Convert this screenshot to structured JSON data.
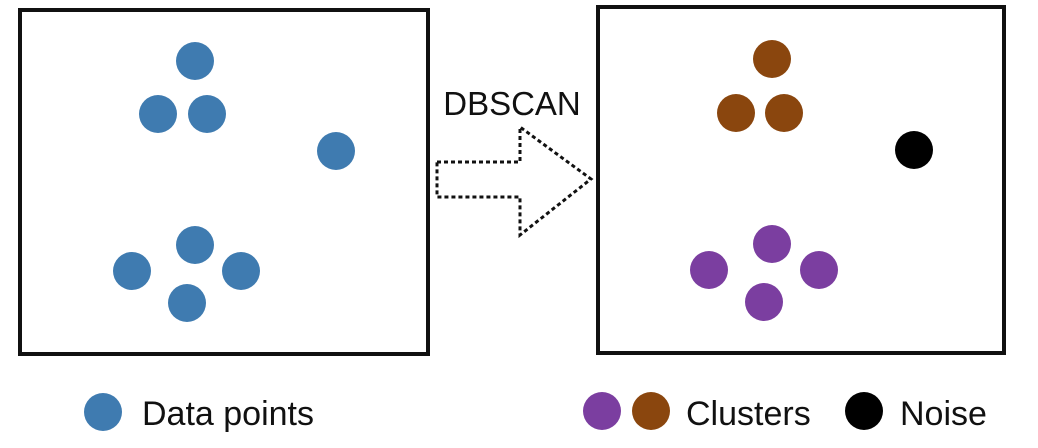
{
  "method_label": "DBSCAN",
  "colors": {
    "data_point": "#3f7bb0",
    "cluster_a": "#7b3ea0",
    "cluster_b": "#8a460e",
    "noise": "#000000",
    "border": "#111111"
  },
  "panels": {
    "input": {
      "points": [
        {
          "id": 1,
          "role": "data"
        },
        {
          "id": 2,
          "role": "data"
        },
        {
          "id": 3,
          "role": "data"
        },
        {
          "id": 4,
          "role": "data"
        },
        {
          "id": 5,
          "role": "data"
        },
        {
          "id": 6,
          "role": "data"
        },
        {
          "id": 7,
          "role": "data"
        },
        {
          "id": 8,
          "role": "data"
        }
      ]
    },
    "output": {
      "points": [
        {
          "id": 1,
          "role": "cluster_b"
        },
        {
          "id": 2,
          "role": "cluster_b"
        },
        {
          "id": 3,
          "role": "cluster_b"
        },
        {
          "id": 4,
          "role": "noise"
        },
        {
          "id": 5,
          "role": "cluster_a"
        },
        {
          "id": 6,
          "role": "cluster_a"
        },
        {
          "id": 7,
          "role": "cluster_a"
        },
        {
          "id": 8,
          "role": "cluster_a"
        }
      ]
    }
  },
  "legend": {
    "data_points": "Data points",
    "clusters": "Clusters",
    "noise": "Noise"
  }
}
